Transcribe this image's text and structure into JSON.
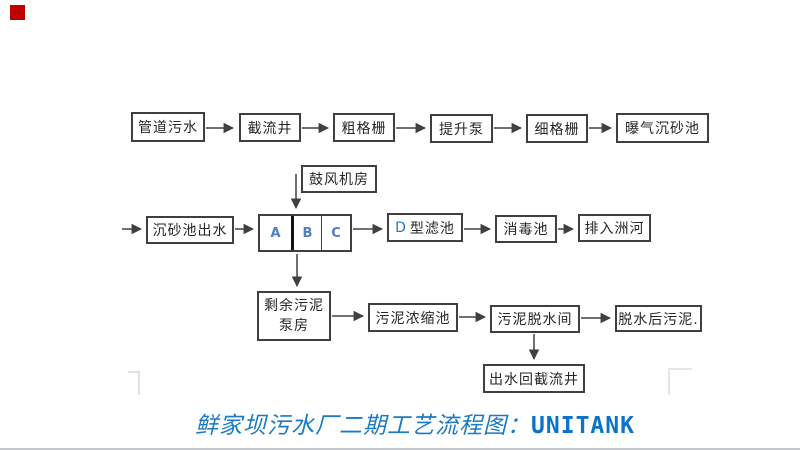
{
  "marker": {
    "color": "#c00000"
  },
  "diagram": {
    "row1": {
      "boxes": [
        "管道污水",
        "截流井",
        "粗格栅",
        "提升泵",
        "细格栅",
        "曝气沉砂池"
      ]
    },
    "row2": {
      "inlet": "沉砂池出水",
      "blower_room": "鼓风机房",
      "unitank_cells": [
        "A",
        "B",
        "C"
      ],
      "filter_prefix": "D",
      "filter_rest": "型滤池",
      "disinfection": "消毒池",
      "outfall": "排入洲河"
    },
    "row3": {
      "surplus_sludge_line1": "剩余污泥",
      "surplus_sludge_line2": "泵房",
      "thickener": "污泥浓缩池",
      "dewatering_room": "污泥脱水间",
      "dewatered_sludge": "脱水后污泥.",
      "return_well": "出水回截流井"
    },
    "colors": {
      "box_border": "#3f3f3f",
      "box_text": "#262626",
      "arrow": "#404040",
      "cell_letter": "#4f7dbe",
      "filter_d": "#2e74c0"
    }
  },
  "caption": {
    "chinese": "鲜家坝污水厂二期工艺流程图：",
    "latin": "UNITANK",
    "color_chinese": "#1a7ac2",
    "color_latin": "#0a74cd"
  }
}
